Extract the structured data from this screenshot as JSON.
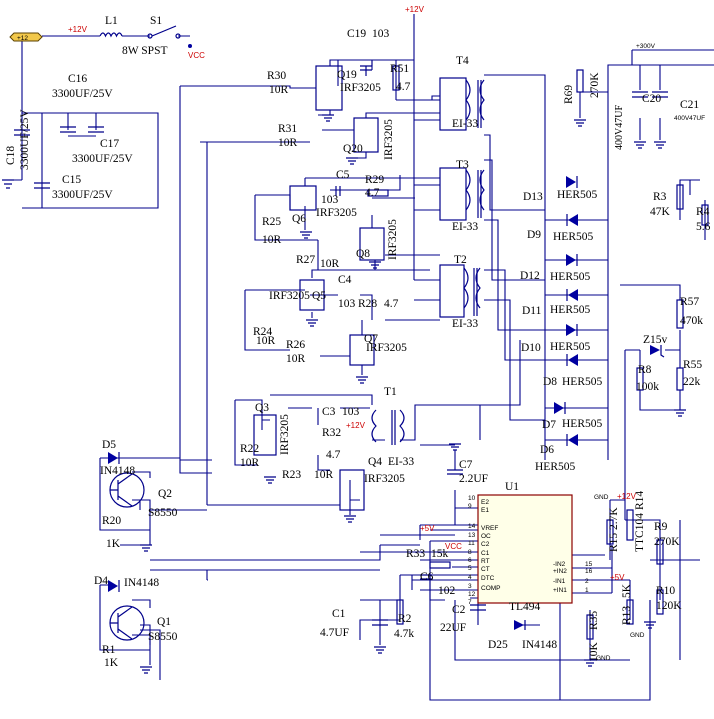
{
  "power": {
    "connector": "+12",
    "vcc_rail": "+12V",
    "top_rail": "+12V",
    "hv_rail": "+300V",
    "vcc": "VCC",
    "t1_rail": "+12V",
    "u1_vref": "+5V",
    "u1_vcc": "VCC",
    "u1_right": "+5V",
    "r14_rail": "+12V",
    "r9_gnd": "GND",
    "r13_gnd": "GND",
    "r14_gnd": "GND"
  },
  "labels": {
    "L1": "L1",
    "S1": "S1",
    "S1_val": "8W SPST",
    "C18": "C18",
    "C18_val": "3300UF/25V",
    "C16": "C16",
    "C16_val": "3300UF/25V",
    "C17": "C17",
    "C17_val": "3300UF/25V",
    "C15": "C15",
    "C15_val": "3300UF/25V",
    "C19": "C19",
    "C19_val": "103",
    "R51": "R51",
    "R51_val": "4.7",
    "R30": "R30",
    "R30_val": "10R",
    "Q19": "Q19",
    "Q19_val": "IRF3205",
    "R31": "R31",
    "R31_val": "10R",
    "Q20": "Q20",
    "Q20_val": "IRF3205",
    "T4": "T4",
    "T4_val": "EI-33",
    "T3": "T3",
    "T3_val": "EI-33",
    "T2": "T2",
    "T2_val": "EI-33",
    "T1": "T1",
    "T1_val": "EI-33",
    "C5": "C5",
    "C5_val": "103",
    "R29": "R29",
    "R29_val": "4.7",
    "R25": "R25",
    "R25_val": "10R",
    "Q6": "Q6",
    "Q6_val": "IRF3205",
    "Q8": "Q8",
    "Q8_val": "IRF3205",
    "R27": "R27",
    "R27_val": "10R",
    "C4": "C4",
    "C4_val": "103",
    "R28": "R28",
    "R28_val": "4.7",
    "Q5": "Q5",
    "Q5_val": "IRF3205",
    "R24": "R24",
    "R24_val": "10R",
    "R26": "R26",
    "R26_val": "10R",
    "Q7": "Q7",
    "Q7_val": "IRF3205",
    "Q3": "Q3",
    "Q3_val": "IRF3205",
    "C3": "C3",
    "C3_val": "103",
    "R32": "R32",
    "R32_val": "4.7",
    "R22": "R22",
    "R22_val": "10R",
    "Q4": "Q4",
    "Q4_val": "IRF3205",
    "R23": "R23",
    "R23_val": "10R",
    "D5": "D5",
    "D5_val": "IN4148",
    "Q2": "Q2",
    "Q2_val": "S8550",
    "R20": "R20",
    "R20_val": "1K",
    "D4": "D4",
    "D4_val": "IN4148",
    "Q1": "Q1",
    "Q1_val": "S8550",
    "R1": "R1",
    "R1_val": "1K",
    "R69": "R69",
    "R69_val": "270K",
    "C20": "C20",
    "C20_val": "400V47UF",
    "C21": "C21",
    "C21_val": "400V47UF",
    "D13": "D13",
    "D13_val": "HER505",
    "D9": "D9",
    "D9_val": "HER505",
    "D12": "D12",
    "D12_val": "HER505",
    "D11": "D11",
    "D11_val": "HER505",
    "D10": "D10",
    "D10_val": "HER505",
    "D8": "D8",
    "D8_val": "HER505",
    "D7": "D7",
    "D7_val": "HER505",
    "D6": "D6",
    "D6_val": "HER505",
    "R3": "R3",
    "R3_val": "47K",
    "R4": "R4",
    "R4_val": "5.6",
    "R57": "R57",
    "R57_val": "470k",
    "Z": "Z15v",
    "R8": "R8",
    "R8_val": "100k",
    "R55": "R55",
    "R55_val": "22k",
    "C7": "C7",
    "C7_val": "2.2UF",
    "U1": "U1",
    "U1_val": "TL494",
    "R33": "R33",
    "R33_val": "15k",
    "C6": "C6",
    "C6_val": "102",
    "C1": "C1",
    "C1_val": "4.7UF",
    "R2": "R2",
    "R2_val": "4.7k",
    "C2": "C2",
    "C2_val": "22UF",
    "D25": "D25",
    "D25_val": "IN4148",
    "R15": "R15",
    "R15_val": "2.7K",
    "R14": "R14",
    "R14_val": "TTC104",
    "R9": "R9",
    "R9_val": "270K",
    "R10": "R10",
    "R10_val": "120K",
    "R35": "R35",
    "R35_val": "10K",
    "R13": "R13",
    "R13_val": "5K"
  },
  "u1_pins": {
    "left": [
      "E2",
      "E1",
      "VREF",
      "OC",
      "C2",
      "C1",
      "RT",
      "CT",
      "DTC",
      "COMP"
    ],
    "left_nums": [
      "10",
      "9",
      "14",
      "13",
      "11",
      "8",
      "6",
      "5",
      "4",
      "3"
    ],
    "right": [
      "-IN2",
      "+IN2",
      "-IN1",
      "+IN1"
    ],
    "right_nums": [
      "15",
      "16",
      "2",
      "1"
    ],
    "extra_nums": [
      "12",
      "7"
    ]
  },
  "colors": {
    "wire": "#00008b",
    "rail_label": "#cc0000",
    "ic_border": "#8b0000",
    "ic_fill": "#ffffe8"
  }
}
